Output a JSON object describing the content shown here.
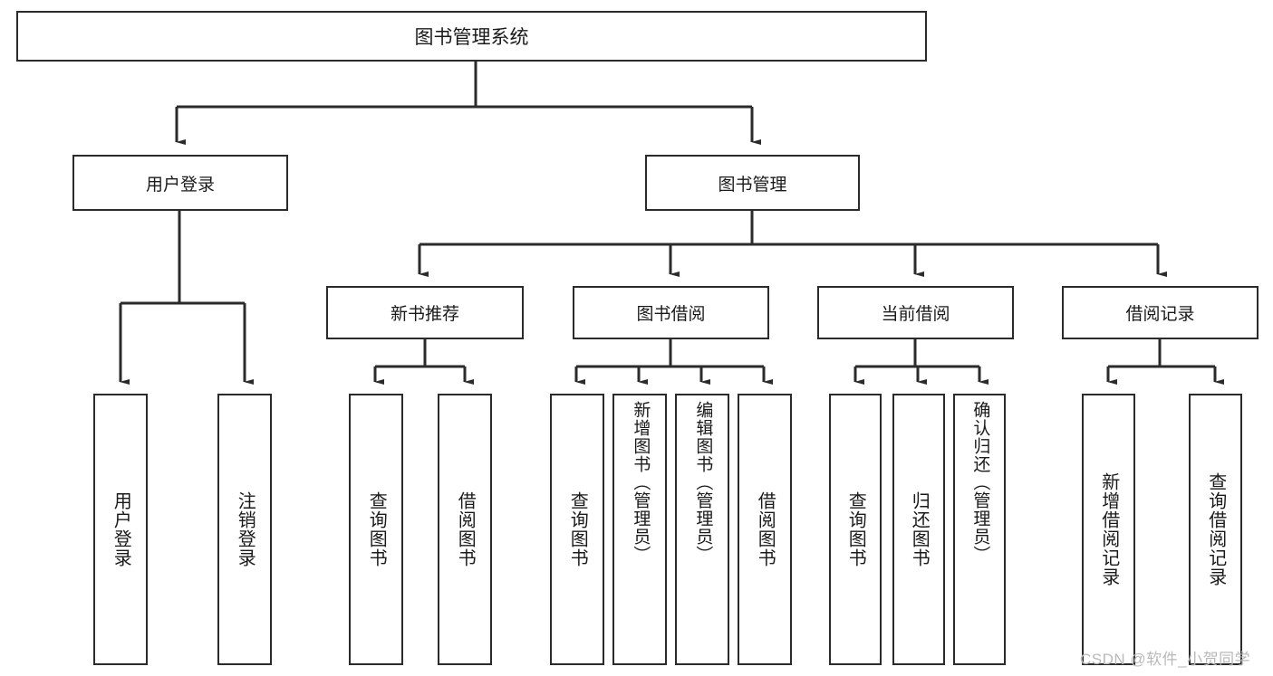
{
  "diagram": {
    "title": "图书管理系统",
    "type": "hierarchy-tree",
    "root": {
      "label": "图书管理系统"
    },
    "level2": [
      {
        "label": "用户登录"
      },
      {
        "label": "图书管理"
      }
    ],
    "level3": [
      {
        "label": "新书推荐"
      },
      {
        "label": "图书借阅"
      },
      {
        "label": "当前借阅"
      },
      {
        "label": "借阅记录"
      }
    ],
    "leaves": {
      "user_login": [
        {
          "label": "用户登录"
        },
        {
          "label": "注销登录"
        }
      ],
      "new_book_recommend": [
        {
          "label": "查询图书"
        },
        {
          "label": "借阅图书"
        }
      ],
      "book_borrow": [
        {
          "label": "查询图书"
        },
        {
          "label": "新增图书（管理员）"
        },
        {
          "label": "编辑图书（管理员）"
        },
        {
          "label": "借阅图书"
        }
      ],
      "current_borrow": [
        {
          "label": "查询图书"
        },
        {
          "label": "归还图书"
        },
        {
          "label": "确认归还（管理员）"
        }
      ],
      "borrow_records": [
        {
          "label": "新增借阅记录"
        },
        {
          "label": "查询借阅记录"
        }
      ]
    }
  },
  "watermark": {
    "text": "CSDN @软件_小贺同学"
  },
  "colors": {
    "stroke": "#2b2b2b",
    "background": "#ffffff",
    "text": "#1a1a1a",
    "watermark": "#b9b9b9"
  }
}
